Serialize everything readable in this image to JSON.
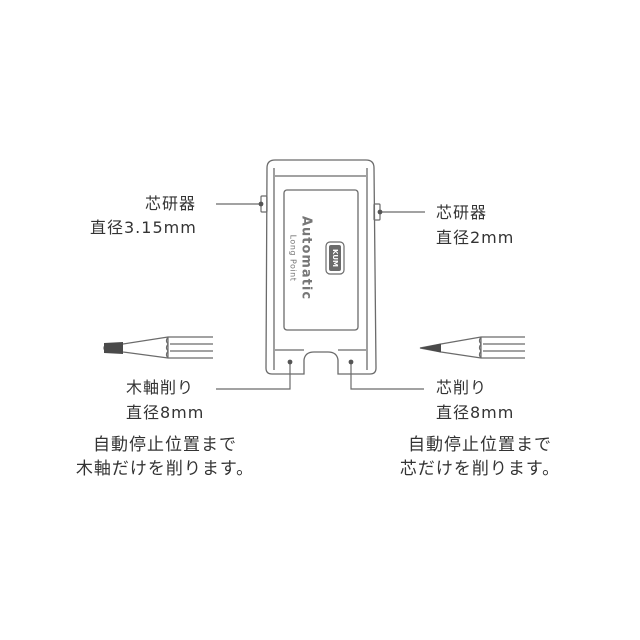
{
  "device": {
    "brand": "KUM",
    "product_line1": "Automatic",
    "product_line2": "Long Point"
  },
  "labels": {
    "lead_sharpener_left": {
      "name": "芯研器",
      "spec": "直径3.15mm"
    },
    "lead_sharpener_right": {
      "name": "芯研器",
      "spec": "直径2mm"
    },
    "wood_sharpener": {
      "name": "木軸削り",
      "spec": "直径8mm"
    },
    "lead_core_sharpener": {
      "name": "芯削り",
      "spec": "直径8mm"
    }
  },
  "descriptions": {
    "left": {
      "line1": "自動停止位置まで",
      "line2": "木軸だけを削ります。"
    },
    "right": {
      "line1": "自動停止位置まで",
      "line2": "芯だけを削ります。"
    }
  },
  "colors": {
    "line": "#6b6b6b",
    "text": "#333333"
  }
}
